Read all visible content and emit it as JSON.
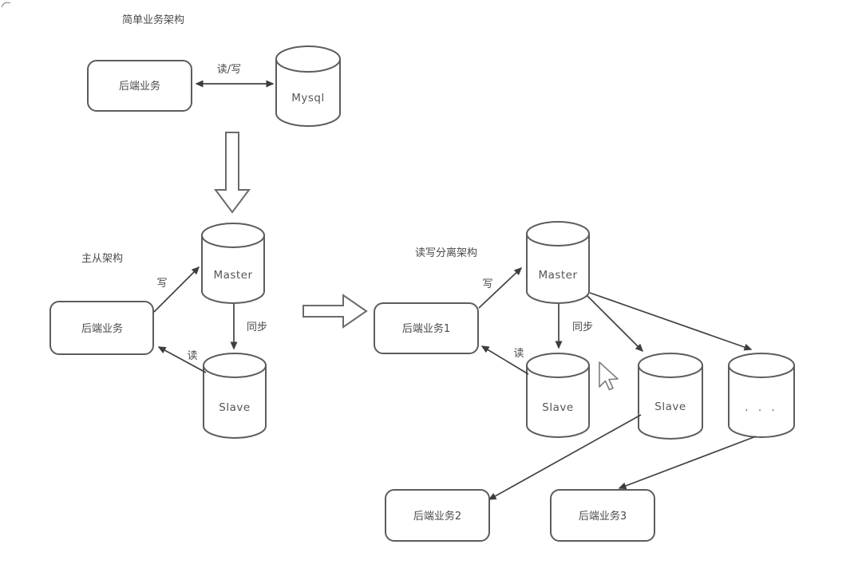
{
  "simple": {
    "title": "简单业务架构",
    "backend": "后端业务",
    "rw_label": "读/写",
    "db_label": "Mysql"
  },
  "master_slave": {
    "title": "主从架构",
    "backend": "后端业务",
    "write_label": "写",
    "sync_label": "同步",
    "read_label": "读",
    "master_label": "Master",
    "slave_label": "Slave"
  },
  "rw_split": {
    "title": "读写分离架构",
    "backend1": "后端业务1",
    "backend2": "后端业务2",
    "backend3": "后端业务3",
    "write_label": "写",
    "sync_label": "同步",
    "read_label": "读",
    "master_label": "Master",
    "slave1_label": "Slave",
    "slave2_label": "Slave",
    "more_label": ". . ."
  },
  "colors": {
    "line": "#424242",
    "shape_border": "#5c5c5c",
    "text": "#4a4a4a",
    "background": "#ffffff"
  }
}
